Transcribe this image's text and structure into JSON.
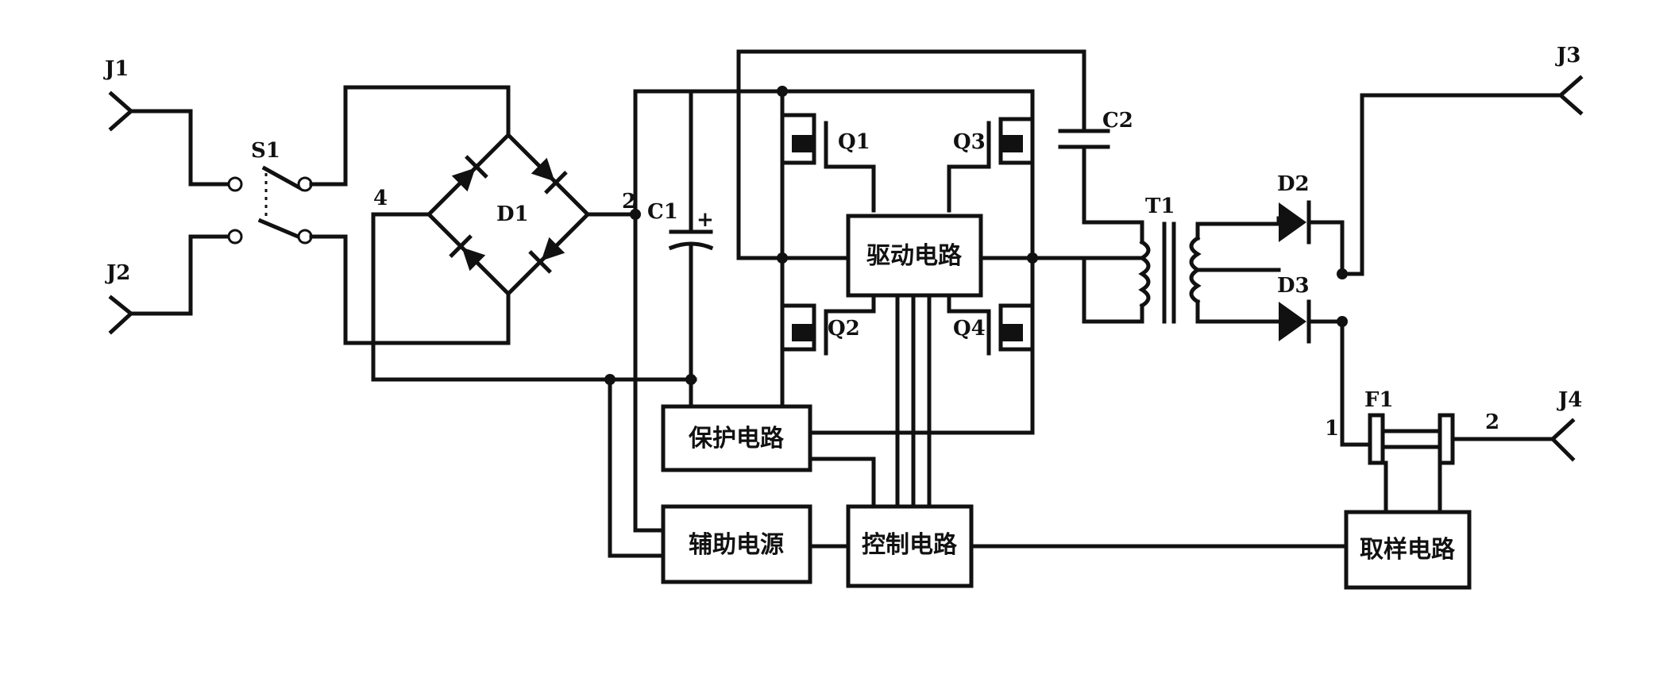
{
  "labels": {
    "J1": "J1",
    "J2": "J2",
    "J3": "J3",
    "J4": "J4",
    "S1": "S1",
    "D1": "D1",
    "D2": "D2",
    "D3": "D3",
    "C1": "C1",
    "C1_plus": "+",
    "C2": "C2",
    "T1": "T1",
    "Q1": "Q1",
    "Q2": "Q2",
    "Q3": "Q3",
    "Q4": "Q4",
    "F1": "F1",
    "node_4": "4",
    "node_2": "2",
    "f1_pin1": "1",
    "f1_pin2": "2"
  },
  "blocks": {
    "drive": "驱动电路",
    "protect": "保护电路",
    "aux_power": "辅助电源",
    "control": "控制电路",
    "sampling": "取样电路"
  }
}
